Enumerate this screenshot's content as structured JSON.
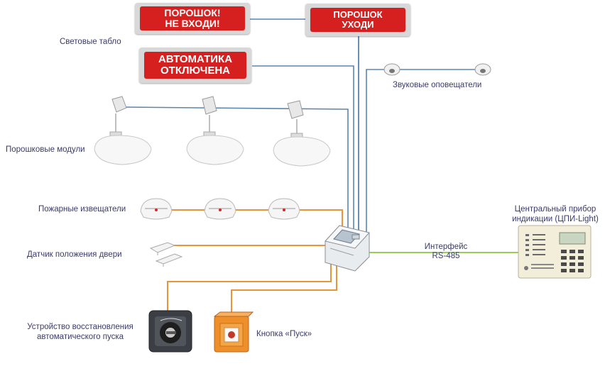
{
  "signs": {
    "sign1": {
      "line1": "ПОРОШОК!",
      "line2": "НЕ ВХОДИ!"
    },
    "sign2": {
      "line1": "ПОРОШОК",
      "line2": "УХОДИ"
    },
    "sign3": {
      "line1": "АВТОМАТИКА",
      "line2": "ОТКЛЮЧЕНА"
    }
  },
  "labels": {
    "light_boards": "Световые табло",
    "sounders": "Звуковые оповещатели",
    "powder_modules": "Порошковые модули",
    "fire_detectors": "Пожарные извещатели",
    "door_sensor": "Датчик положения двери",
    "restore_device_l1": "Устройство восстановления",
    "restore_device_l2": "автоматического пуска",
    "start_button": "Кнопка «Пуск»",
    "interface_l1": "Интерфейс",
    "interface_l2": "RS-485",
    "central_l1": "Центральный прибор",
    "central_l2": "индикации (ЦПИ-Light)"
  },
  "colors": {
    "sign_red": "#d61f1f",
    "wire_blue": "#5a86b0",
    "wire_orange": "#e8953a",
    "wire_green": "#8cc63f"
  }
}
